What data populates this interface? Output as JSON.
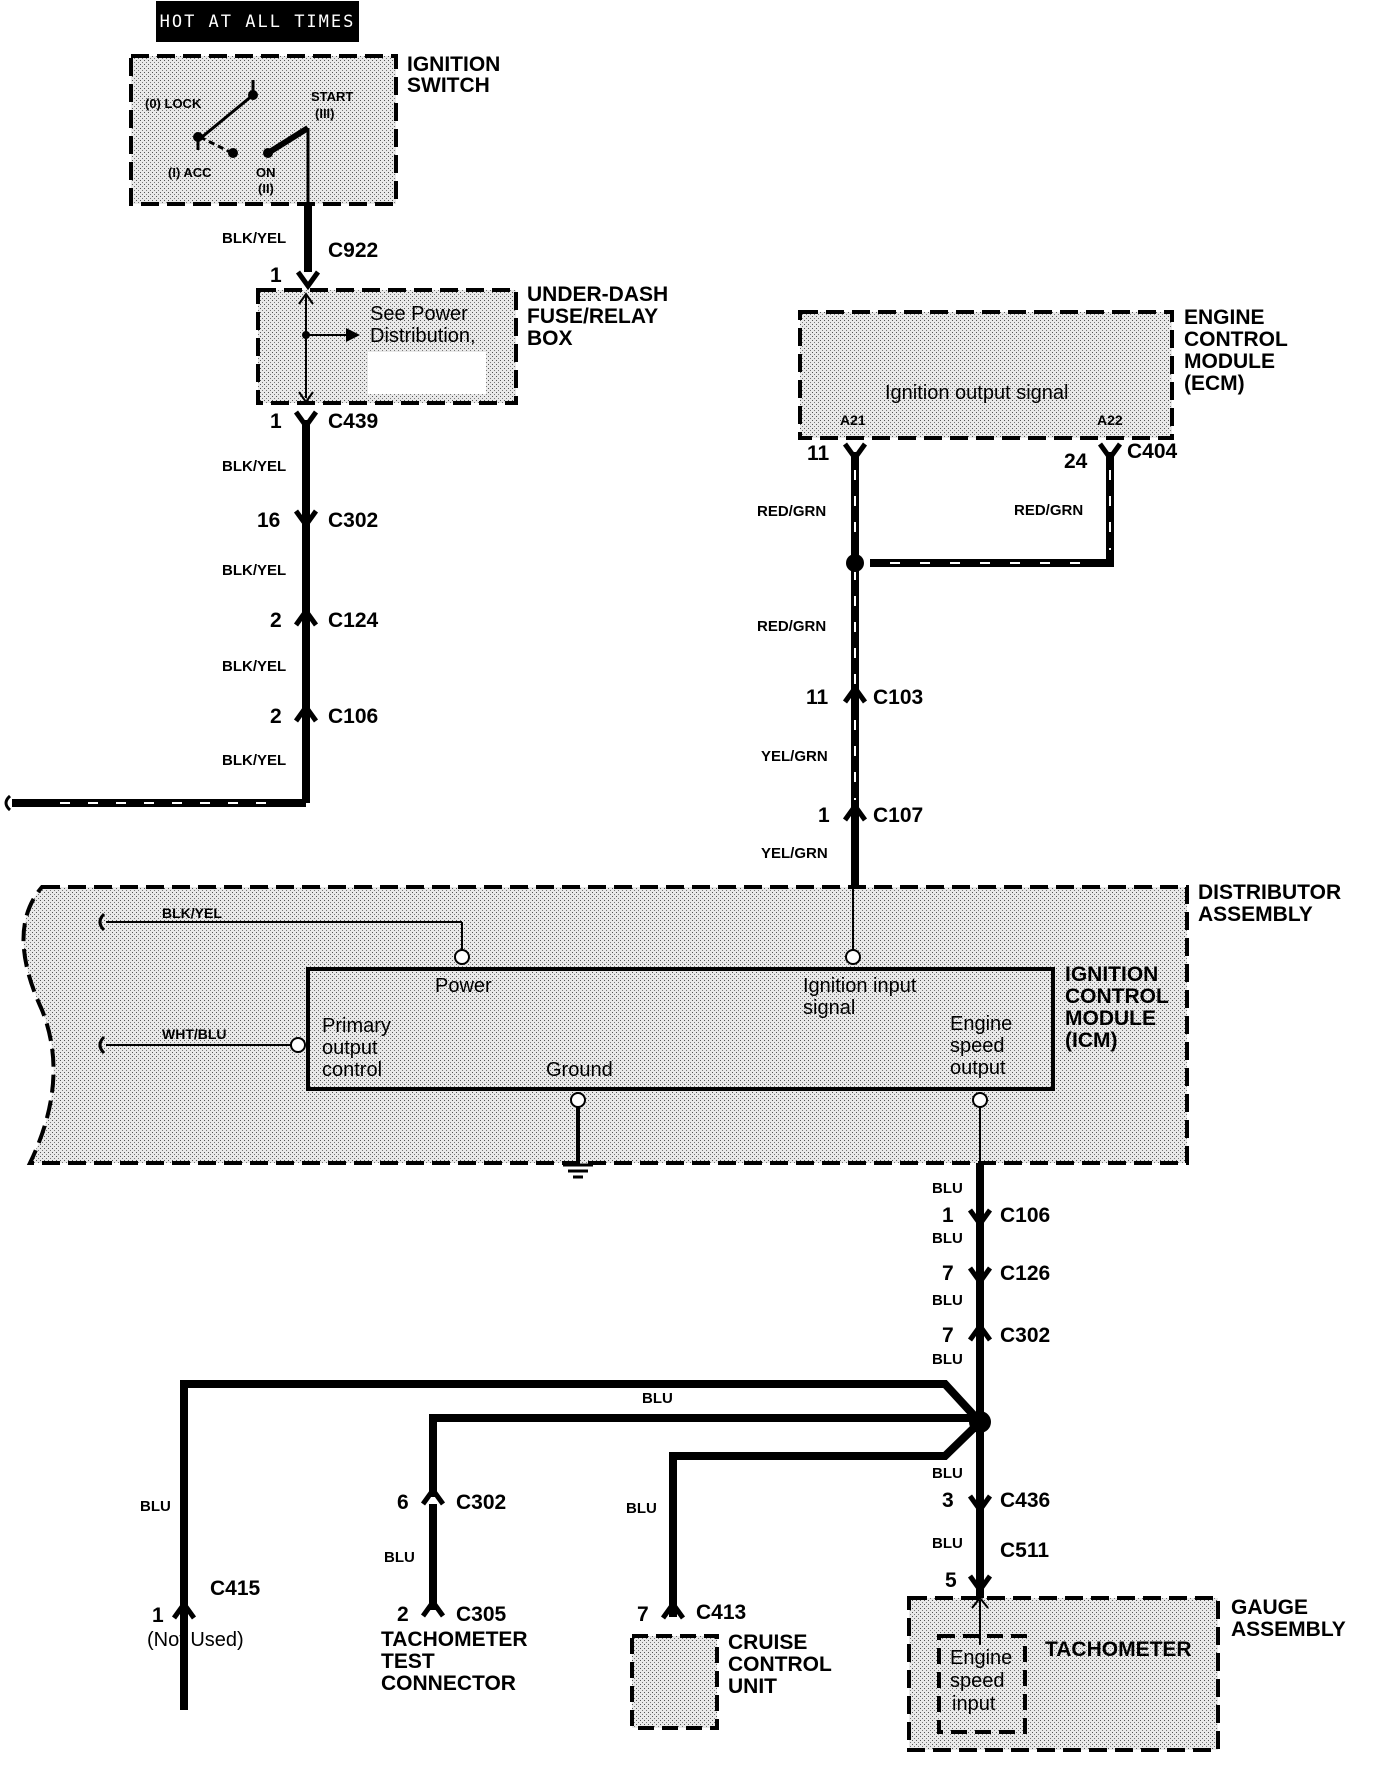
{
  "header": {
    "hot_label": "HOT AT ALL TIMES"
  },
  "components": {
    "ignition_switch": {
      "title_line1": "IGNITION",
      "title_line2": "SWITCH",
      "pos_lock": "(0) LOCK",
      "pos_acc": "(I) ACC",
      "pos_start_1": "START",
      "pos_start_2": "(III)",
      "pos_on_1": "ON",
      "pos_on_2": "(II)"
    },
    "fuse_box": {
      "title_line1": "UNDER-DASH",
      "title_line2": "FUSE/RELAY",
      "title_line3": "BOX",
      "note_line1": "See Power",
      "note_line2": "Distribution,"
    },
    "ecm": {
      "title_line1": "ENGINE",
      "title_line2": "CONTROL",
      "title_line3": "MODULE",
      "title_line4": "(ECM)",
      "signal": "Ignition output signal",
      "pin_a21": "A21",
      "pin_a22": "A22"
    },
    "distributor": {
      "title_line1": "DISTRIBUTOR",
      "title_line2": "ASSEMBLY"
    },
    "icm": {
      "title_line1": "IGNITION",
      "title_line2": "CONTROL",
      "title_line3": "MODULE",
      "title_line4": "(ICM)",
      "power": "Power",
      "ign_input_1": "Ignition input",
      "ign_input_2": "signal",
      "primary_1": "Primary",
      "primary_2": "output",
      "primary_3": "control",
      "ground": "Ground",
      "speed_1": "Engine",
      "speed_2": "speed",
      "speed_3": "output"
    },
    "tach_test": {
      "line1": "TACHOMETER",
      "line2": "TEST",
      "line3": "CONNECTOR"
    },
    "cruise": {
      "line1": "CRUISE",
      "line2": "CONTROL",
      "line3": "UNIT"
    },
    "gauge": {
      "title_line1": "GAUGE",
      "title_line2": "ASSEMBLY",
      "tachometer": "TACHOMETER",
      "input_1": "Engine",
      "input_2": "speed",
      "input_3": "input"
    },
    "not_used": "(Not Used)"
  },
  "wires": {
    "blk_yel": "BLK/YEL",
    "red_grn": "RED/GRN",
    "yel_grn": "YEL/GRN",
    "wht_blu": "WHT/BLU",
    "blu": "BLU"
  },
  "connectors": {
    "c922": "C922",
    "c439": "C439",
    "c302": "C302",
    "c124": "C124",
    "c106": "C106",
    "c404": "C404",
    "c103": "C103",
    "c107": "C107",
    "c126": "C126",
    "c436": "C436",
    "c511": "C511",
    "c415": "C415",
    "c305": "C305",
    "c413": "C413"
  },
  "pins": {
    "p1": "1",
    "p2": "2",
    "p3": "3",
    "p5": "5",
    "p6": "6",
    "p7": "7",
    "p11": "11",
    "p16": "16",
    "p24": "24"
  }
}
